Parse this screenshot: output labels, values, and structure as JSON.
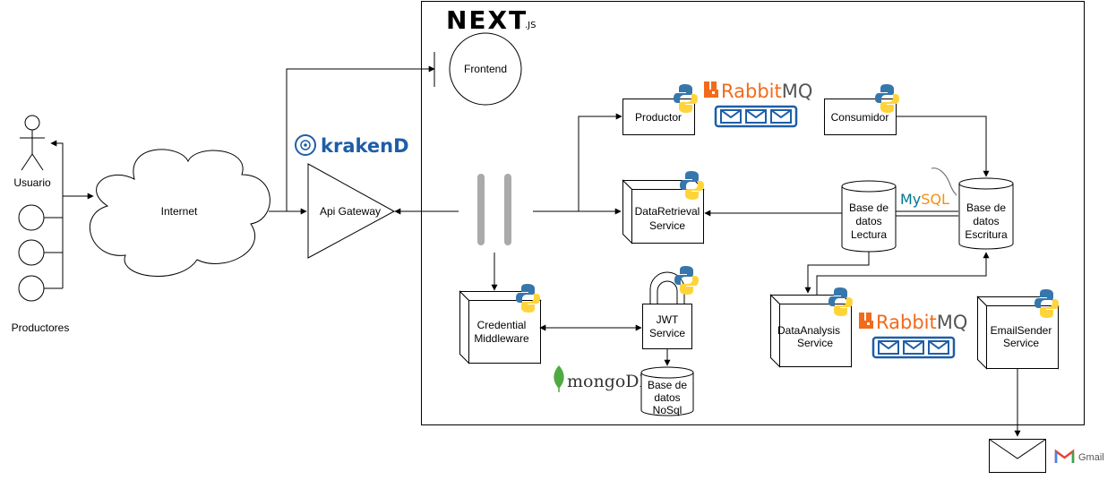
{
  "frameworks": {
    "next_logo": "NEXT",
    "next_suffix": ".JS"
  },
  "gateway": {
    "logo_text": "krakenD",
    "label": "Api Gateway"
  },
  "rabbitmq_logo": {
    "prefix": "Rabbit",
    "suffix": "MQ"
  },
  "mysql_logo": {
    "my": "My",
    "sql": "SQL"
  },
  "mongodb_logo": "mongoDB",
  "gmail_logo": "Gmail",
  "nodes": {
    "usuario": "Usuario",
    "productores": "Productores",
    "internet": "Internet",
    "frontend": "Frontend",
    "productor": "Productor",
    "consumidor": "Consumidor",
    "data_retrieval": [
      "DataRetrieval",
      "Service"
    ],
    "credential": [
      "Credential",
      "Middleware"
    ],
    "jwt": [
      "JWT",
      "Service"
    ],
    "db_nosql": [
      "Base de",
      "datos",
      "NoSql"
    ],
    "db_lectura": [
      "Base de",
      "datos",
      "Lectura"
    ],
    "db_escritura": [
      "Base de",
      "datos",
      "Escritura"
    ],
    "data_analysis": [
      "DataAnalysis",
      "Service"
    ],
    "email_sender": [
      "EmailSender",
      "Service"
    ]
  },
  "colors": {
    "rabbitmq": "#f26a1b",
    "krakend": "#1e5ea8",
    "mongodb": "#4faa41",
    "python_blue": "#3776ab",
    "python_yellow": "#ffd43b",
    "mysql_blue": "#00758f",
    "mysql_orange": "#f29111",
    "queue": "#1e5ea8",
    "divider": "#aaaaaa",
    "gmail_red": "#ea4335"
  }
}
